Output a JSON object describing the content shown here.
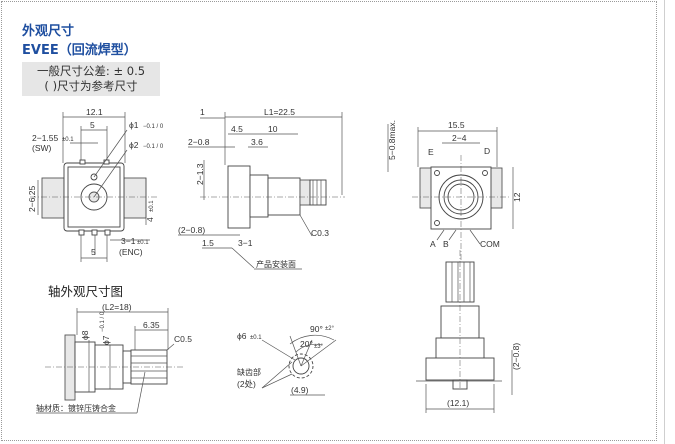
{
  "header": {
    "title": "外观尺寸",
    "subtitle": "EVEE（回流焊型）"
  },
  "note": {
    "line1": "一般尺寸公差: ± 0.5",
    "line2": "(    )尺寸为参考尺寸"
  },
  "front_view": {
    "width": "12.1",
    "pitch_top": "5",
    "sw_pins": "2−1.55",
    "sw_tol": "±0.1",
    "sw": "(SW)",
    "hole1": "ϕ1",
    "hole1_tol": "−0.1 / 0",
    "hole2": "ϕ2",
    "hole2_tol": "−0.1 / 0",
    "height": "2−6.25",
    "offset": "4",
    "offset_tol": "±0.1",
    "enc_pins": "3−1",
    "enc_tol": "±0.1",
    "enc": "(ENC)",
    "pitch_bottom": "5"
  },
  "side_view": {
    "d1": "1",
    "length": "L1=22.5",
    "d45": "4.5",
    "d10": "10",
    "d08": "2−0.8",
    "d36": "3.6",
    "d13": "2−1.3",
    "d08ref": "(2−0.8)",
    "d15": "1.5",
    "d31": "3−1",
    "chamfer": "C0.3",
    "mount": "产品安装面"
  },
  "top_view": {
    "width": "15.5",
    "d24": "2−4",
    "max": "5−0.8max.",
    "e": "E",
    "d": "D",
    "height": "12",
    "a": "A",
    "b": "B",
    "com": "COM"
  },
  "shaft": {
    "heading": "轴外观尺寸图",
    "length": "(L2=18)",
    "d8": "ϕ8",
    "d7": "ϕ7",
    "d7_tol": "−0.1 / 0",
    "d635": "6.35",
    "chamfer": "C0.5",
    "material": "轴材质：镀锌压铸合金"
  },
  "knurl": {
    "a90": "90°",
    "a90_tol": "±2°",
    "a20": "20°",
    "a20_tol": "±3°",
    "dia": "ϕ6",
    "dia_tol": "±0.1",
    "missing": "缺齿部",
    "count": "(2处)",
    "width": "(4.9)"
  },
  "bottom_view": {
    "ref": "(2−0.8)",
    "width": "(12.1)"
  }
}
